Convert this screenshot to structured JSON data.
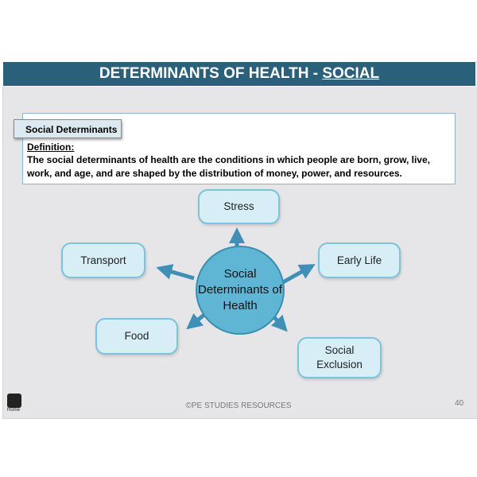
{
  "title": {
    "main": "DETERMINANTS OF HEALTH - ",
    "highlight": "SOCIAL"
  },
  "definition_box": {
    "tag": "Social Determinants",
    "label": "Definition:",
    "text": "The social determinants of health are the conditions in which people are born, grow, live, work, and age, and are shaped by the distribution of money, power, and resources."
  },
  "diagram": {
    "center": "Social Determinants of Health",
    "nodes": [
      "Stress",
      "Transport",
      "Early Life",
      "Food",
      "Social Exclusion"
    ]
  },
  "colors": {
    "header": "#2a6079",
    "node_fill": "#d8eef6",
    "center_fill": "#5fb6d4",
    "arrow": "#3f8fb6"
  },
  "footer": {
    "copyright": "©PE STUDIES RESOURCES",
    "page": "40",
    "home_label": "Home"
  }
}
